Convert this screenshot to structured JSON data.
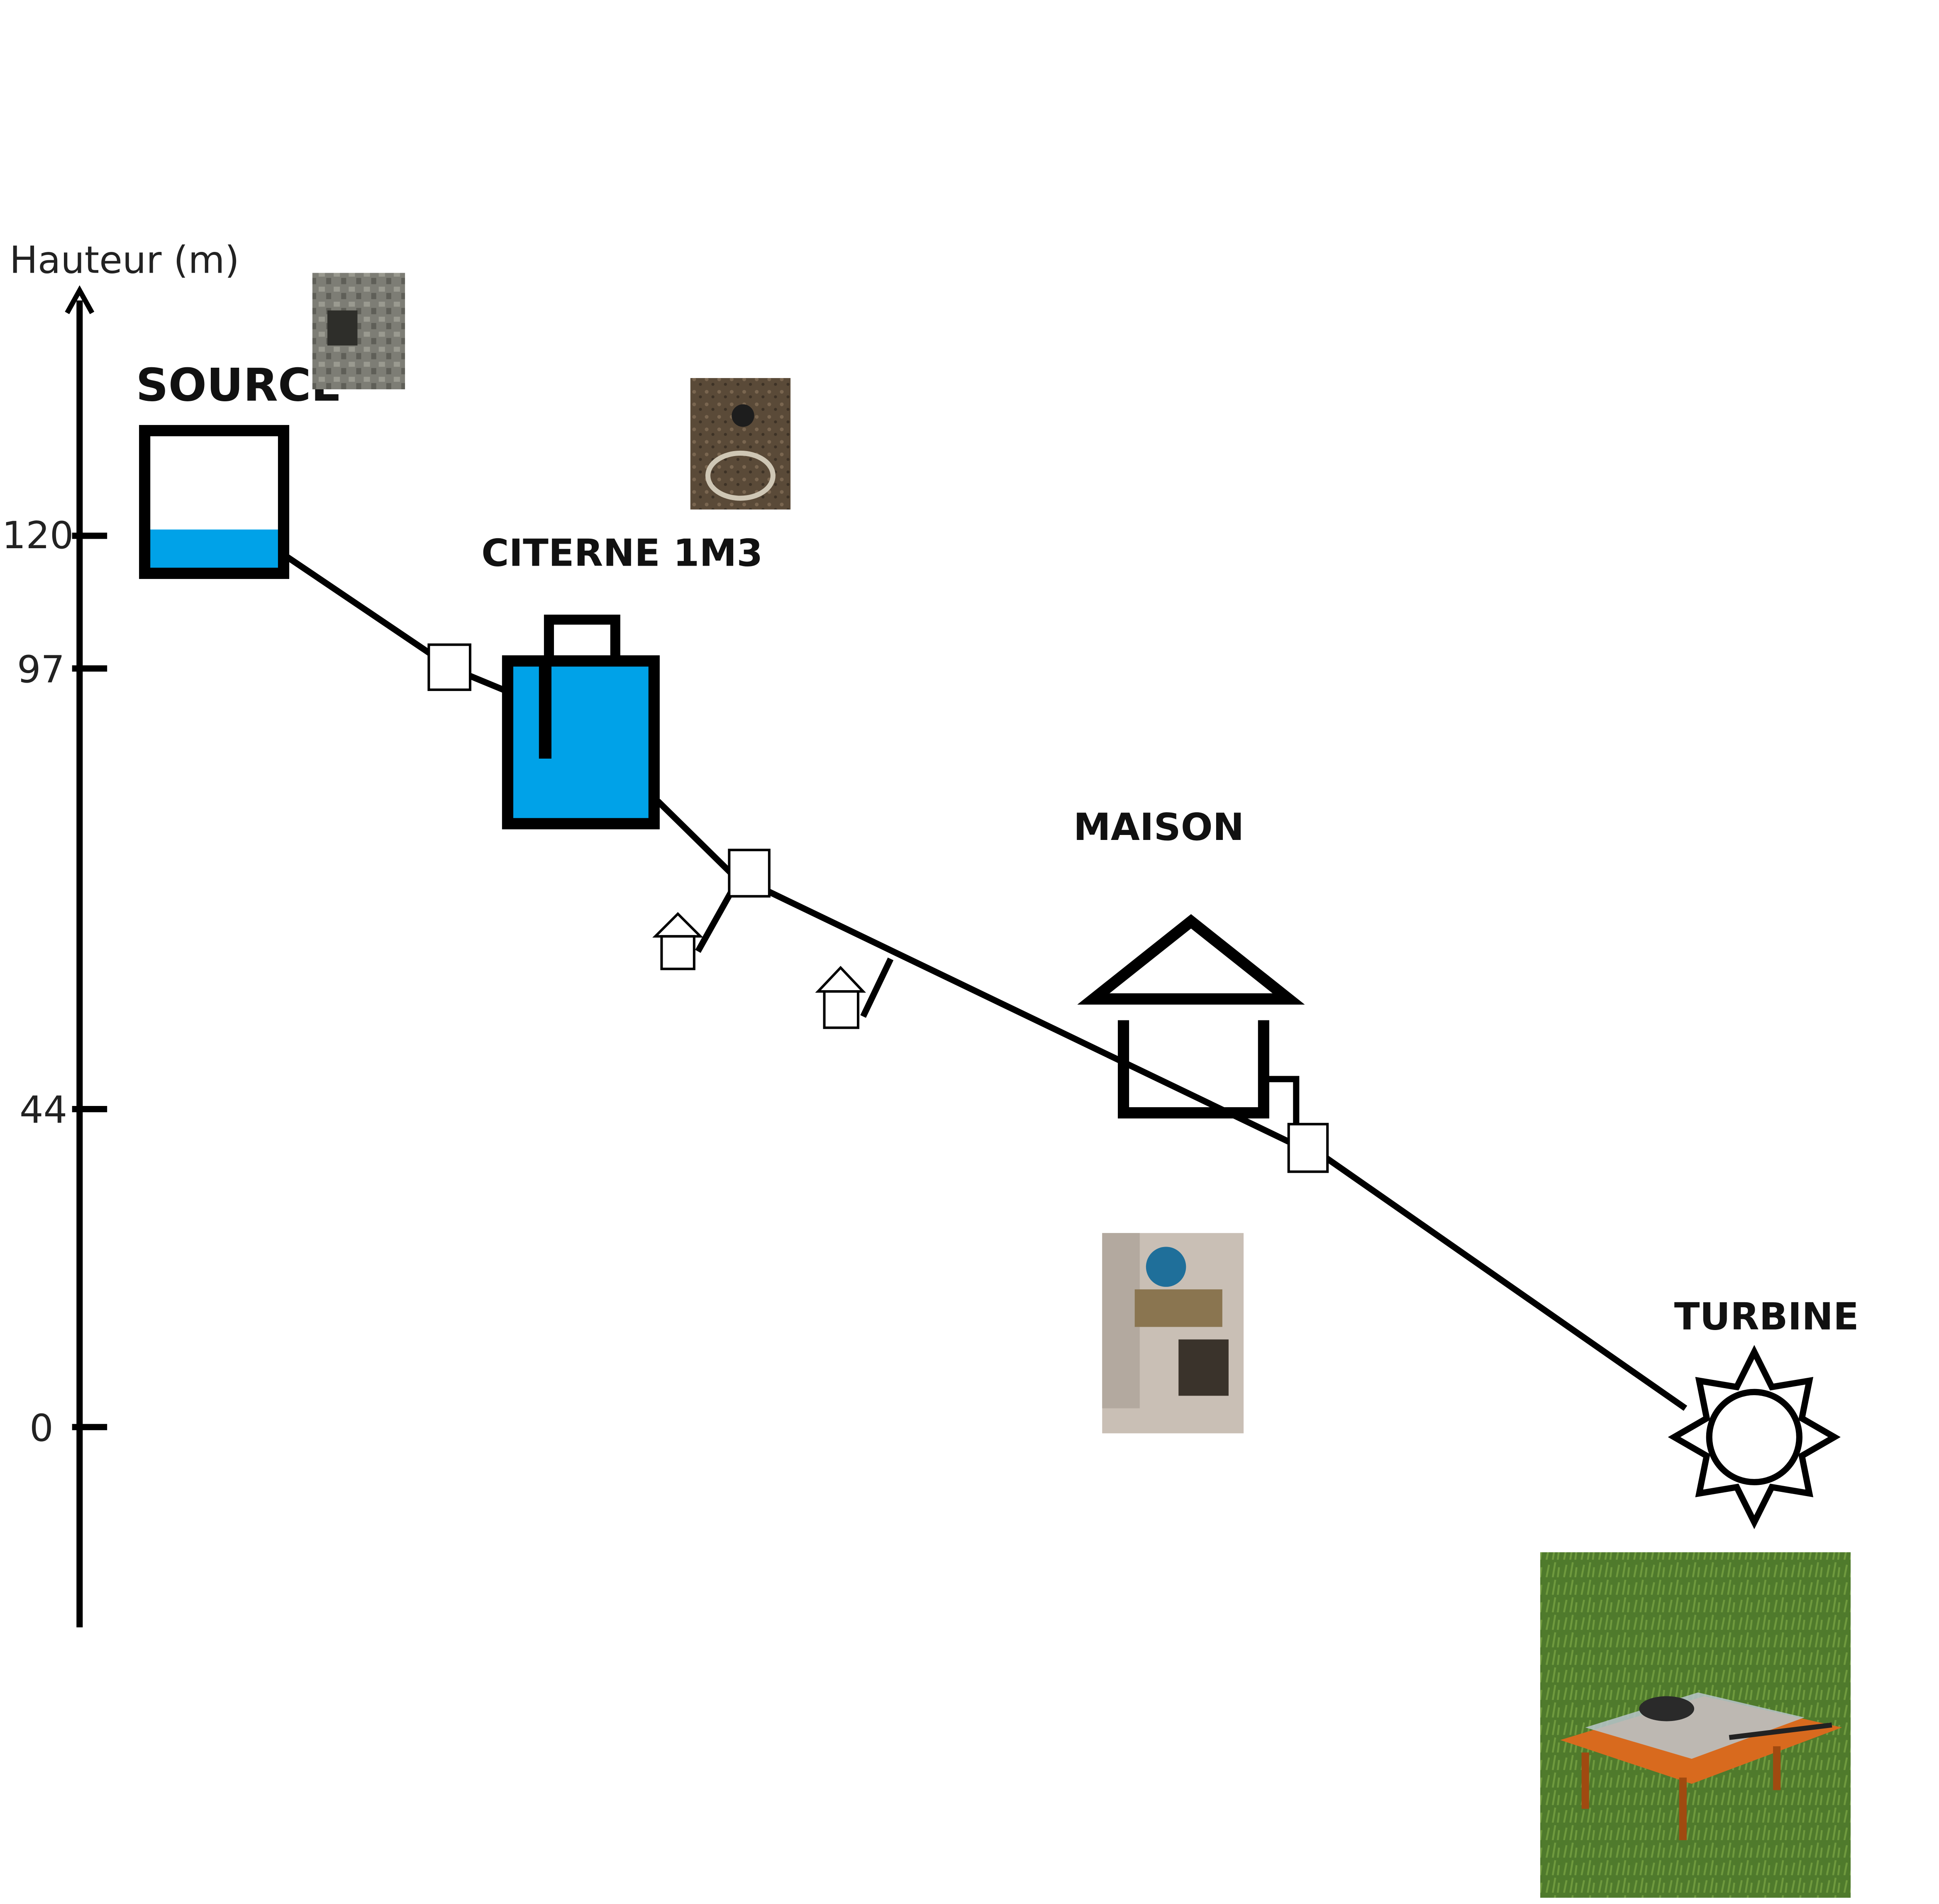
{
  "axis": {
    "title": "Hauteur (m)",
    "ticks": [
      "120",
      "97",
      "44",
      "0"
    ]
  },
  "labels": {
    "source": "SOURCE",
    "citerne": "CITERNE 1M3",
    "maison": "MAISON",
    "turbine": "TURBINE"
  },
  "colors": {
    "water": "#00A2E8",
    "line": "#000000",
    "background": "#FFFFFF"
  },
  "icons": {
    "source": "tank-icon",
    "citerne": "cistern-icon",
    "maison": "house-icon",
    "turbine": "turbine-icon",
    "valve": "valve-icon",
    "outlet": "outlet-icon"
  },
  "photos": [
    "source-photo",
    "citerne-photo",
    "maison-photo",
    "turbine-photo"
  ]
}
